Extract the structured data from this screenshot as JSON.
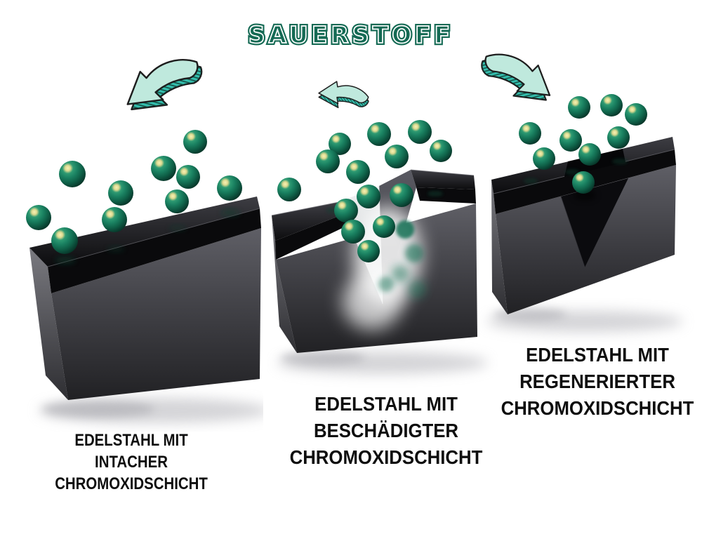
{
  "title": {
    "text": "SAUERSTOFF",
    "color": "#156a54"
  },
  "colors": {
    "background": "#ffffff",
    "label_text": "#0e0e0e",
    "arrow_fill": "#bfe9dd",
    "arrow_side": "#34bfae",
    "arrow_outline": "#1d1d1d",
    "molecule_green": "#15795b",
    "molecule_highlight": "#f2edae",
    "steel_gray": "#4a4a4f",
    "oxide_black": "#0b0b0d",
    "crack_interior": "#eef0f1"
  },
  "icons": {
    "arrow": "curved-arrow-icon",
    "molecule": "oxygen-molecule-icon"
  },
  "panels": [
    {
      "state": "intact",
      "molecule_count": 10,
      "label_lines": [
        "EDELSTAHL MIT",
        "INTACHER",
        "CHROMOXIDSCHICHT"
      ]
    },
    {
      "state": "damaged",
      "molecule_count": 14,
      "label_lines": [
        "EDELSTAHL MIT",
        "BESCHÄDIGTER",
        "CHROMOXIDSCHICHT"
      ]
    },
    {
      "state": "regenerated",
      "molecule_count": 9,
      "label_lines": [
        "EDELSTAHL MIT",
        "REGENERIERTER",
        "CHROMOXIDSCHICHT"
      ]
    }
  ]
}
